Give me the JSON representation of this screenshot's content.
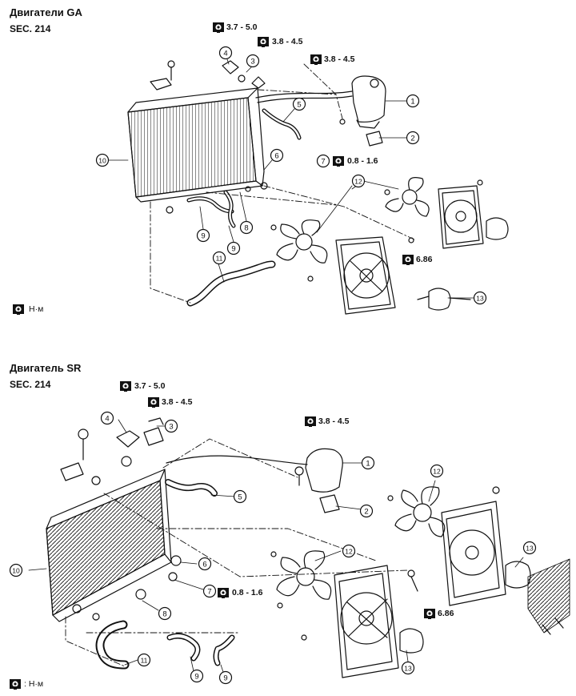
{
  "sections": [
    {
      "title": "Двигатели GA",
      "sec": "SEC. 214",
      "torques": [
        "3.7 - 5.0",
        "3.8 - 4.5",
        "3.8 - 4.5",
        "0.8 - 1.6",
        "6.86"
      ],
      "callouts": [
        "1",
        "2",
        "3",
        "4",
        "5",
        "6",
        "7",
        "8",
        "9",
        "9",
        "10",
        "11",
        "12",
        "13"
      ],
      "legend_unit": "Н·м"
    },
    {
      "title": "Двигатель SR",
      "sec": "SEC. 214",
      "torques": [
        "3.7 - 5.0",
        "3.8 - 4.5",
        "3.8 - 4.5",
        "0.8 - 1.6",
        "6.86"
      ],
      "callouts": [
        "1",
        "2",
        "3",
        "4",
        "5",
        "6",
        "7",
        "8",
        "9",
        "9",
        "10",
        "11",
        "12",
        "13"
      ],
      "legend_unit": ": Н·м"
    }
  ],
  "colors": {
    "ink": "#111111",
    "background": "#ffffff"
  },
  "icons": {
    "torque": "torque-wrench-icon"
  }
}
